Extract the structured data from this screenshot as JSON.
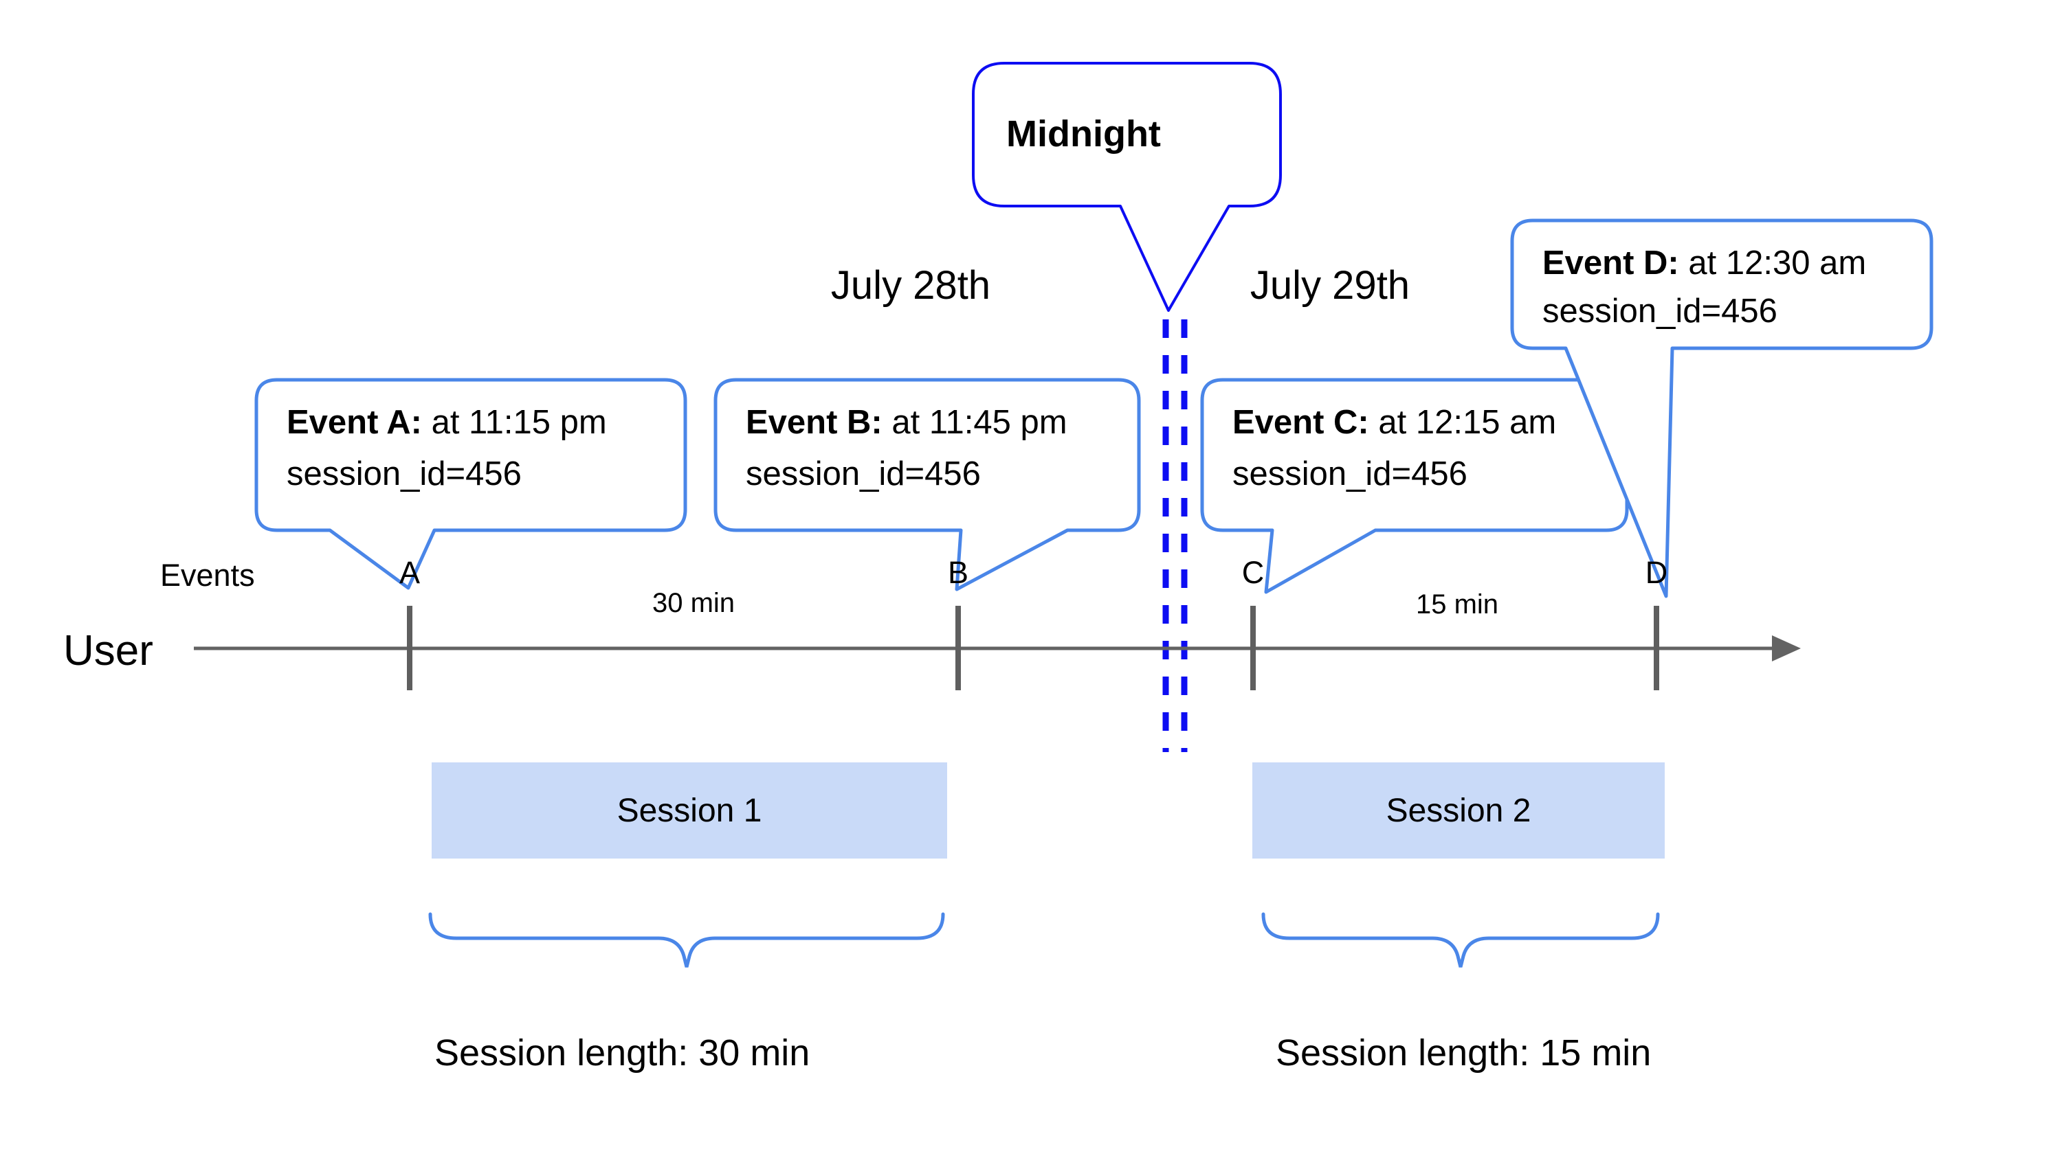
{
  "colors": {
    "deep_blue": "#0d0df2",
    "cornflower_blue": "#4a86e8",
    "session_fill": "#c9daf8",
    "axis_gray": "#636363",
    "text": "#000000"
  },
  "dates": {
    "left": "July 28th",
    "right": "July 29th"
  },
  "midnight": {
    "label": "Midnight"
  },
  "axis": {
    "events_label": "Events",
    "user_label": "User"
  },
  "ticks": [
    {
      "letter": "A"
    },
    {
      "letter": "B"
    },
    {
      "letter": "C"
    },
    {
      "letter": "D"
    }
  ],
  "intervals": [
    {
      "label": "30 min"
    },
    {
      "label": "15 min"
    }
  ],
  "callouts": [
    {
      "title": "Event A:",
      "time": "at 11:15 pm",
      "session": "session_id=456"
    },
    {
      "title": "Event B:",
      "time": "at 11:45 pm",
      "session": "session_id=456"
    },
    {
      "title": "Event C:",
      "time": "at 12:15 am",
      "session": "session_id=456"
    },
    {
      "title": "Event D:",
      "time": "at 12:30 am",
      "session": "session_id=456"
    }
  ],
  "sessions": [
    {
      "label": "Session 1",
      "length": "Session length: 30 min"
    },
    {
      "label": "Session 2",
      "length": "Session length: 15 min"
    }
  ]
}
